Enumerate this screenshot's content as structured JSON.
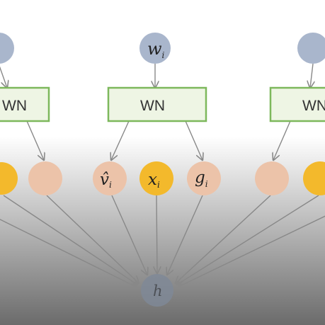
{
  "diagram": {
    "title": "",
    "colors": {
      "weight_node": "#a9b6cc",
      "wn_box_fill": "#eef5e4",
      "wn_box_stroke": "#7db85c",
      "v_node": "#ecc3a9",
      "x_node": "#f3b92c",
      "g_node": "#ecc3a9",
      "edge": "#888888",
      "output_node": "#7f8896",
      "gradient_top": "#ffffff",
      "gradient_bottom": "#6b6b6b"
    },
    "center_group": {
      "weight_label": "w",
      "weight_sub": "i",
      "wn_label": "WN",
      "v_label": "v̂",
      "v_sub": "i",
      "x_label": "x",
      "x_sub": "i",
      "g_label": "g",
      "g_sub": "i"
    },
    "left_group": {
      "wn_label": "WN"
    },
    "right_group": {
      "wn_label": "WN"
    },
    "output": {
      "label": "h"
    }
  }
}
